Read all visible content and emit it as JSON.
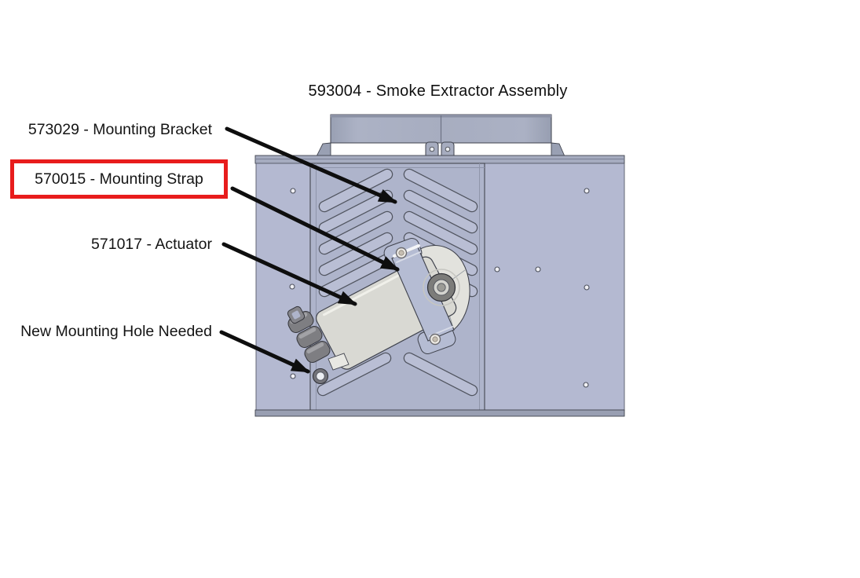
{
  "diagram": {
    "title": "593004 - Smoke Extractor Assembly",
    "callouts": [
      {
        "id": "mounting-bracket",
        "part_number": "573029",
        "label": "573029 - Mounting Bracket",
        "highlighted": false
      },
      {
        "id": "mounting-strap",
        "part_number": "570015",
        "label": "570015 - Mounting Strap",
        "highlighted": true
      },
      {
        "id": "actuator",
        "part_number": "571017",
        "label": "571017 - Actuator",
        "highlighted": false
      },
      {
        "id": "new-mounting-hole",
        "part_number": "",
        "label": "New Mounting Hole Needed",
        "highlighted": false
      }
    ],
    "highlight_color": "#e81c1c",
    "arrow_color": "#0e0e0e",
    "colors": {
      "side_panel": "#b4b9d1",
      "center_panel": "#aeb4cb",
      "vent_slot": "#b9bed4",
      "duct_collar": "#a7adc0",
      "actuator_body": "#d9d9d3",
      "actuator_end_cap": "#e2e2dd",
      "strap": "#b5bcd3",
      "connector": "#7e7e82",
      "outline": "#3f424c"
    }
  }
}
